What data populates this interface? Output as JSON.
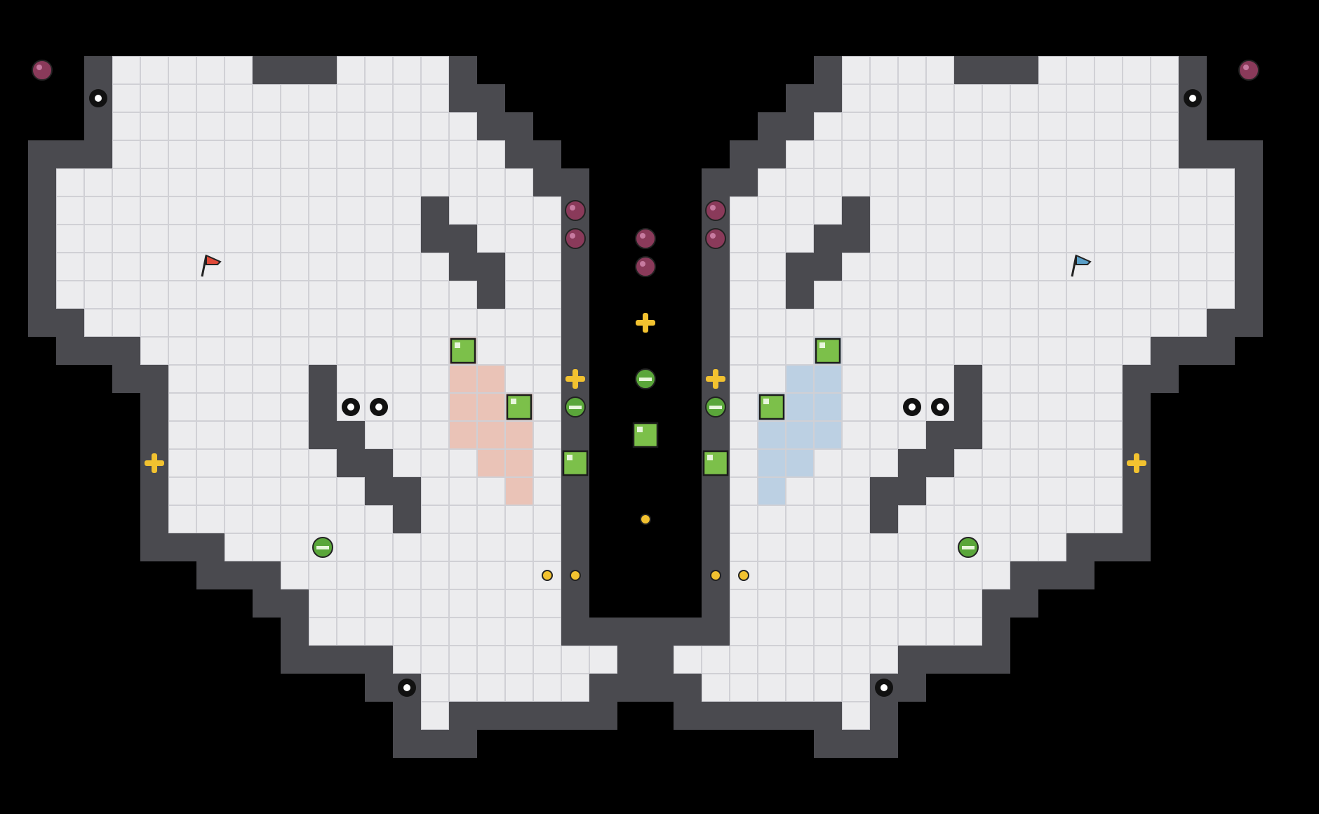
{
  "game": {
    "title": "",
    "tile_unit": 1
  },
  "colors": {
    "background": "#000000",
    "wall": "#4a4a4f",
    "wall_outline": "#2a2a2e",
    "floor": "#ececee",
    "grid": "#d0d0d5",
    "red_zone": "#eac3b7",
    "blue_zone": "#bcd0e3",
    "bomb": "#8a3a5a",
    "spike": "#111111",
    "boost": "#f2c230",
    "powerup_box": "#7cc04a",
    "jukejuice": "#5aa63a",
    "red_flag": "#e04a3a",
    "blue_flag": "#5a9fc8",
    "gold_dot": "#f2c230"
  },
  "map": {
    "cols": 44,
    "rows": 25,
    "floor_rows": [
      [
        [
          3,
          7
        ],
        [
          11,
          14
        ]
      ],
      [
        [
          3,
          14
        ]
      ],
      [
        [
          3,
          15
        ]
      ],
      [
        [
          3,
          16
        ]
      ],
      [
        [
          1,
          17
        ]
      ],
      [
        [
          1,
          18
        ]
      ],
      [
        [
          1,
          18
        ]
      ],
      [
        [
          1,
          18
        ]
      ],
      [
        [
          1,
          18
        ]
      ],
      [
        [
          2,
          18
        ]
      ],
      [
        [
          4,
          18
        ]
      ],
      [
        [
          5,
          18
        ]
      ],
      [
        [
          5,
          18
        ]
      ],
      [
        [
          5,
          18
        ]
      ],
      [
        [
          5,
          18
        ]
      ],
      [
        [
          5,
          18
        ]
      ],
      [
        [
          5,
          18
        ]
      ],
      [
        [
          7,
          18
        ]
      ],
      [
        [
          9,
          18
        ]
      ],
      [
        [
          10,
          18
        ]
      ],
      [
        [
          10,
          18
        ]
      ],
      [
        [
          13,
          20
        ]
      ],
      [
        [
          14,
          19
        ]
      ],
      [
        [
          14,
          14
        ]
      ],
      []
    ],
    "wall_cells": [
      [
        5,
        14
      ],
      [
        6,
        14
      ],
      [
        6,
        15
      ],
      [
        7,
        15
      ],
      [
        7,
        16
      ],
      [
        8,
        16
      ],
      [
        11,
        10
      ],
      [
        12,
        10
      ],
      [
        13,
        10
      ],
      [
        13,
        11
      ],
      [
        14,
        11
      ],
      [
        14,
        12
      ],
      [
        15,
        12
      ],
      [
        15,
        13
      ],
      [
        16,
        13
      ]
    ],
    "red_zone_cells": [
      [
        10,
        15
      ],
      [
        11,
        15
      ],
      [
        11,
        16
      ],
      [
        12,
        15
      ],
      [
        12,
        16
      ],
      [
        12,
        17
      ],
      [
        13,
        15
      ],
      [
        13,
        16
      ],
      [
        13,
        17
      ],
      [
        14,
        16
      ],
      [
        14,
        17
      ],
      [
        15,
        17
      ]
    ],
    "bombs": [
      [
        0.5,
        0.5
      ],
      [
        5.5,
        19.5
      ],
      [
        6.5,
        19.5
      ]
    ],
    "spikes": [
      [
        1.5,
        2.5
      ],
      [
        12.5,
        11.5
      ],
      [
        12.5,
        12.5
      ],
      [
        22.5,
        13.5
      ]
    ],
    "boosts": [
      [
        11.5,
        19.5
      ],
      [
        14.5,
        4.5
      ]
    ],
    "powerup_boxes": [
      [
        10.5,
        15.5
      ],
      [
        12.5,
        17.5
      ],
      [
        14.5,
        19.5
      ]
    ],
    "jukejuice": [
      [
        12.5,
        19.5
      ],
      [
        17.5,
        10.5
      ]
    ],
    "red_flags": [
      [
        7.5,
        6.5
      ]
    ],
    "gold_dots": [
      [
        18.5,
        18.5
      ],
      [
        18.5,
        19.5
      ]
    ]
  }
}
